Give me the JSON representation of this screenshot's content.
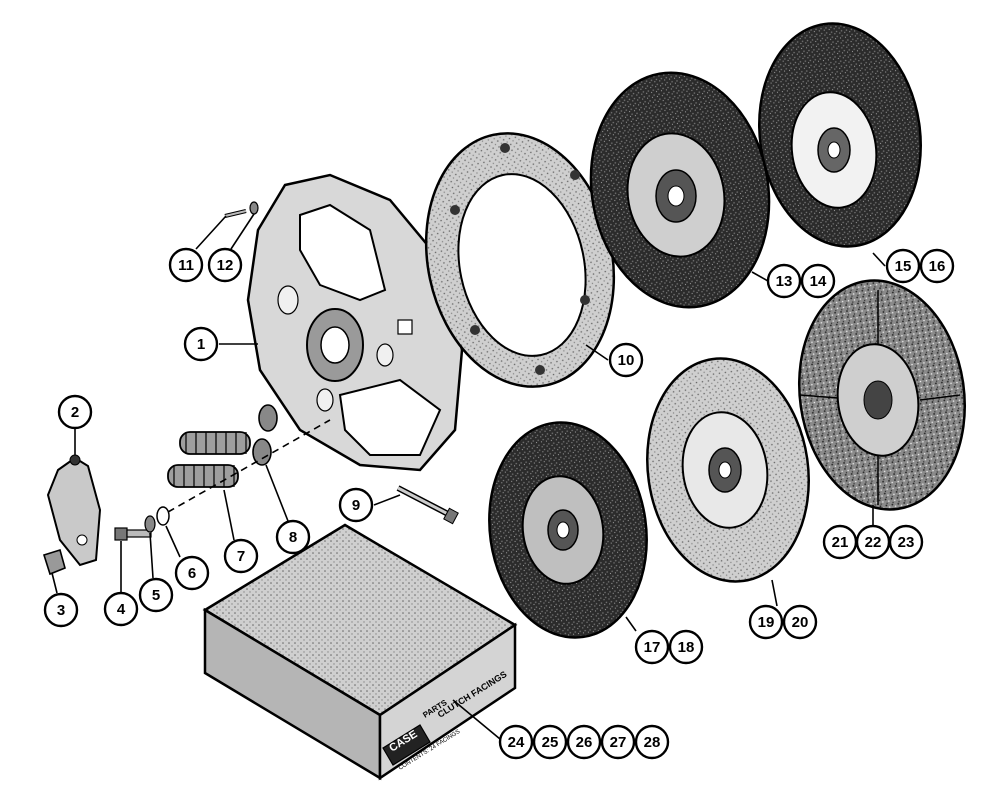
{
  "callouts": [
    {
      "id": "c1",
      "label": "1"
    },
    {
      "id": "c2",
      "label": "2"
    },
    {
      "id": "c3",
      "label": "3"
    },
    {
      "id": "c4",
      "label": "4"
    },
    {
      "id": "c5",
      "label": "5"
    },
    {
      "id": "c6",
      "label": "6"
    },
    {
      "id": "c7",
      "label": "7"
    },
    {
      "id": "c8",
      "label": "8"
    },
    {
      "id": "c9",
      "label": "9"
    },
    {
      "id": "c10",
      "label": "10"
    },
    {
      "id": "c11",
      "label": "11"
    },
    {
      "id": "c12",
      "label": "12"
    },
    {
      "id": "c13",
      "label": "13"
    },
    {
      "id": "c14",
      "label": "14"
    },
    {
      "id": "c15",
      "label": "15"
    },
    {
      "id": "c16",
      "label": "16"
    },
    {
      "id": "c17",
      "label": "17"
    },
    {
      "id": "c18",
      "label": "18"
    },
    {
      "id": "c19",
      "label": "19"
    },
    {
      "id": "c20",
      "label": "20"
    },
    {
      "id": "c21",
      "label": "21"
    },
    {
      "id": "c22",
      "label": "22"
    },
    {
      "id": "c23",
      "label": "23"
    },
    {
      "id": "c24",
      "label": "24"
    },
    {
      "id": "c25",
      "label": "25"
    },
    {
      "id": "c26",
      "label": "26"
    },
    {
      "id": "c27",
      "label": "27"
    },
    {
      "id": "c28",
      "label": "28"
    }
  ],
  "box": {
    "logo": "CASE",
    "brand_text": "PARTS",
    "product_text": "CLUTCH FACINGS",
    "fine_print": "CONTENTS: 24 FACINGS"
  },
  "colors": {
    "ink": "#000000",
    "paper": "#ffffff",
    "metal_light": "#d9d9d9",
    "metal_mid": "#a8a8a8",
    "facing_dark": "#2a2a2a",
    "facing_mid": "#7a7a7a"
  }
}
